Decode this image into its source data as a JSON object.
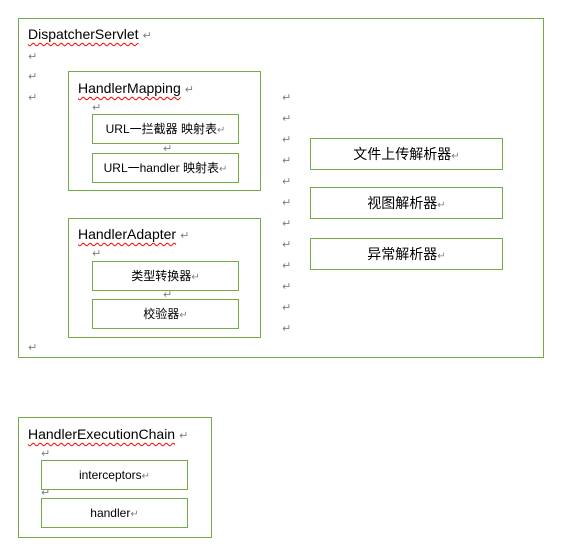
{
  "paragraph_mark": "↵",
  "dispatcher": {
    "title": "DispatcherServlet",
    "handler_mapping": {
      "title": "HandlerMapping",
      "items": [
        "URL一拦截器 映射表",
        "URL一handler 映射表"
      ]
    },
    "handler_adapter": {
      "title": "HandlerAdapter",
      "items": [
        "类型转换器",
        "校验器"
      ]
    },
    "resolvers": [
      "文件上传解析器",
      "视图解析器",
      "异常解析器"
    ]
  },
  "chain": {
    "title": "HandlerExecutionChain",
    "items": [
      "interceptors",
      "handler"
    ]
  }
}
